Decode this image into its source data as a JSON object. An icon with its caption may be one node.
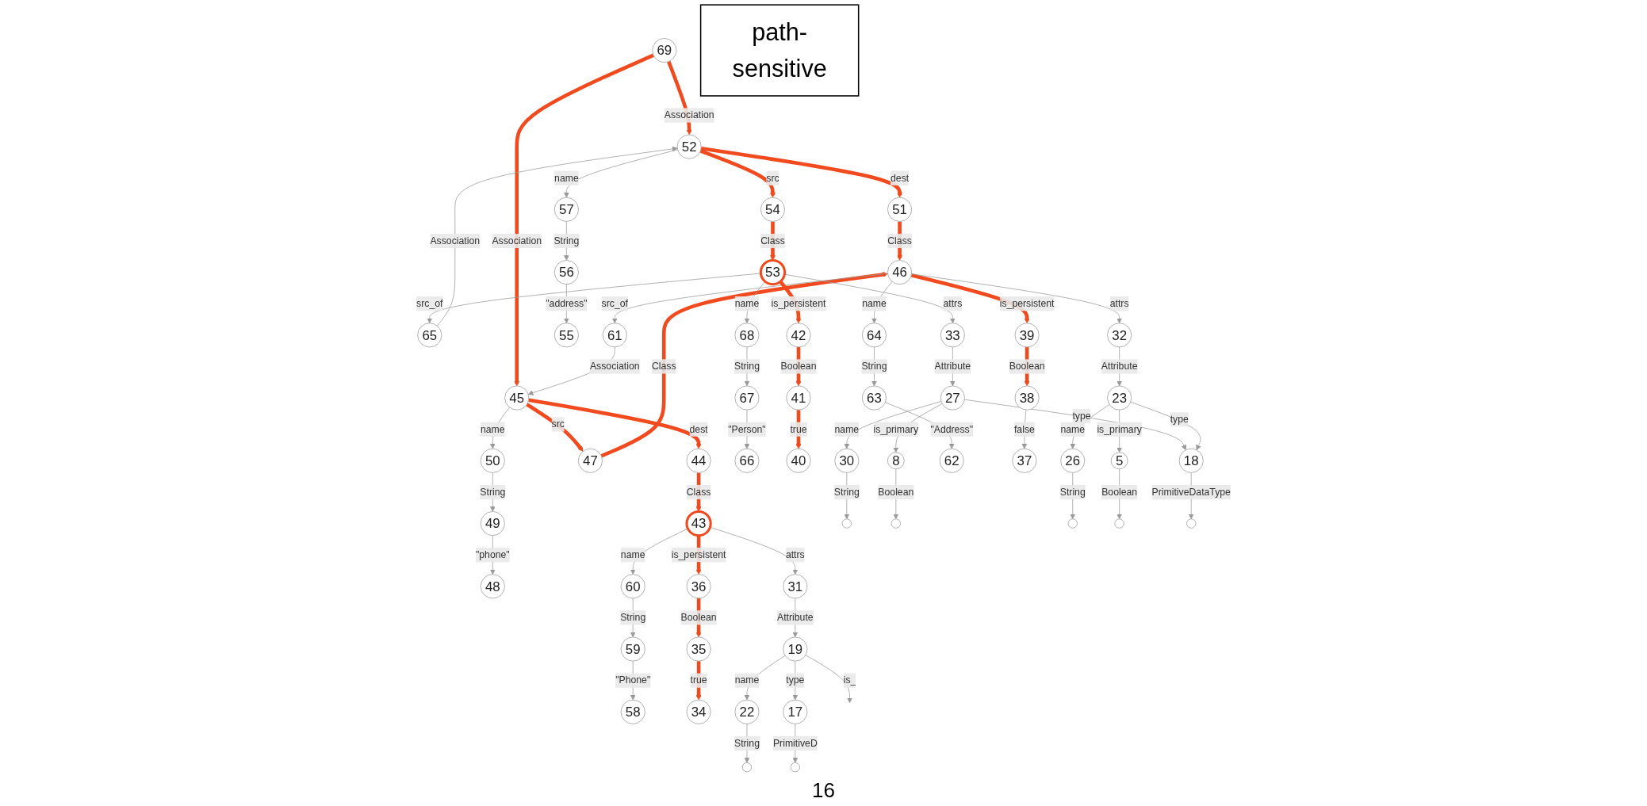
{
  "diagram": {
    "nodes": [
      {
        "text": [
          "69"
        ]
      },
      {
        "text": [
          "52"
        ]
      },
      {
        "text": [
          "45"
        ]
      },
      {
        "text": [
          "57"
        ]
      },
      {
        "text": [
          "54"
        ]
      },
      {
        "text": [
          "65"
        ]
      },
      {
        "text": [
          "51"
        ]
      },
      {
        "text": [
          "50"
        ]
      },
      {
        "text": [
          "47"
        ]
      },
      {
        "text": [
          "61"
        ]
      },
      {
        "text": [
          "44"
        ]
      },
      {
        "text": [
          "56"
        ]
      },
      {
        "text": [
          "53"
        ]
      },
      {
        "text": [
          "49"
        ]
      },
      {
        "text": [
          "46"
        ]
      },
      {
        "text": [
          "43"
        ]
      },
      {
        "text": [
          "55"
        ]
      },
      {
        "text": [
          "68"
        ]
      },
      {
        "text": [
          "42"
        ]
      },
      {
        "text": [
          "33"
        ]
      },
      {
        "text": [
          "48"
        ]
      },
      {
        "text": [
          "64"
        ]
      },
      {
        "text": [
          "39"
        ]
      },
      {
        "text": [
          "32"
        ]
      },
      {
        "text": [
          "60"
        ]
      },
      {
        "text": [
          "36"
        ]
      },
      {
        "text": [
          "31"
        ]
      },
      {
        "text": [
          "67"
        ]
      },
      {
        "text": [
          "41"
        ]
      },
      {
        "text": [
          "27"
        ]
      },
      {
        "text": [
          "63"
        ]
      },
      {
        "text": [
          "38"
        ]
      },
      {
        "text": [
          "23"
        ]
      },
      {
        "text": [
          "59"
        ]
      },
      {
        "text": [
          "35"
        ]
      },
      {
        "text": [
          "19"
        ]
      },
      {
        "text": [
          "66"
        ]
      },
      {
        "text": [
          "40"
        ]
      },
      {
        "text": [
          "30"
        ]
      },
      {
        "text": [
          "8"
        ]
      },
      {
        "text": [
          "62"
        ]
      },
      {
        "text": [
          "37"
        ]
      },
      {
        "text": [
          "26"
        ]
      },
      {
        "text": [
          "5"
        ]
      },
      {
        "text": [
          "18"
        ]
      },
      {
        "text": [
          "58"
        ]
      },
      {
        "text": [
          "34"
        ]
      },
      {
        "text": [
          "22"
        ]
      },
      {
        "text": [
          "17"
        ]
      },
      {
        "text": [],
        "shape": "circle"
      },
      {
        "text": [],
        "shape": "circle"
      },
      {
        "text": [],
        "shape": "circle"
      },
      {
        "text": [],
        "shape": "circle"
      },
      {
        "text": [],
        "shape": "circle"
      },
      {
        "text": [],
        "shape": "circle"
      },
      {
        "text": [],
        "shape": "circle"
      },
      {
        "text": [
          "path-sensitive"
        ]
      }
    ],
    "edges": [
      {
        "from": 0,
        "to": 1,
        "arrow": "to",
        "label": "Association",
        "style": "thick",
        "color": "#f04a1e"
      },
      {
        "from": 0,
        "to": 2,
        "arrow": "to",
        "label": "Association",
        "style": "thick",
        "color": "#f04a1e"
      },
      {
        "from": 1,
        "to": 3,
        "arrow": "to",
        "label": "name"
      },
      {
        "from": 1,
        "to": 4,
        "arrow": "to",
        "label": "src",
        "style": "thick",
        "color": "#f04a1e"
      },
      {
        "from": 5,
        "to": 1,
        "arrow": "to",
        "label": "Association"
      },
      {
        "from": 1,
        "to": 6,
        "arrow": "to",
        "label": "dest",
        "style": "thick",
        "color": "#f04a1e"
      },
      {
        "from": 2,
        "to": 7,
        "arrow": "to",
        "label": "name"
      },
      {
        "from": 2,
        "to": 8,
        "arrow": "to",
        "label": "src",
        "style": "thick",
        "color": "#f04a1e"
      },
      {
        "from": 9,
        "to": 2,
        "arrow": "to",
        "label": "Association"
      },
      {
        "from": 2,
        "to": 10,
        "arrow": "to",
        "label": "dest",
        "style": "thick",
        "color": "#f04a1e"
      },
      {
        "from": 3,
        "to": 11,
        "arrow": "to",
        "label": "String"
      },
      {
        "from": 4,
        "to": 12,
        "arrow": "to",
        "label": "Class",
        "style": "thick",
        "color": "#f04a1e"
      },
      {
        "from": 12,
        "to": 5,
        "arrow": "to",
        "label": "src_of"
      },
      {
        "from": 6,
        "to": 14,
        "arrow": "to",
        "label": "Class",
        "style": "thick",
        "color": "#f04a1e"
      },
      {
        "from": 7,
        "to": 13,
        "arrow": "to",
        "label": "String"
      },
      {
        "from": 8,
        "to": 14,
        "arrow": "to",
        "label": "Class",
        "style": "thick",
        "color": "#f04a1e"
      },
      {
        "from": 14,
        "to": 9,
        "arrow": "to",
        "label": "src_of"
      },
      {
        "from": 10,
        "to": 15,
        "arrow": "to",
        "label": "Class",
        "style": "thick",
        "color": "#f04a1e"
      },
      {
        "from": 11,
        "to": 16,
        "arrow": "to",
        "label": "\"address\""
      },
      {
        "from": 12,
        "to": 17,
        "arrow": "to",
        "label": "name"
      },
      {
        "from": 12,
        "to": 18,
        "arrow": "to",
        "label": "is_persistent",
        "style": "thick",
        "color": "#f04a1e"
      },
      {
        "from": 12,
        "to": 19,
        "arrow": "to",
        "label": "attrs"
      },
      {
        "from": 13,
        "to": 20,
        "arrow": "to",
        "label": "\"phone\""
      },
      {
        "from": 14,
        "to": 21,
        "arrow": "to",
        "label": "name"
      },
      {
        "from": 14,
        "to": 22,
        "arrow": "to",
        "label": "is_persistent",
        "style": "thick",
        "color": "#f04a1e"
      },
      {
        "from": 14,
        "to": 23,
        "arrow": "to",
        "label": "attrs"
      },
      {
        "from": 15,
        "to": 24,
        "arrow": "to",
        "label": "name"
      },
      {
        "from": 15,
        "to": 25,
        "arrow": "to",
        "label": "is_persistent",
        "style": "thick",
        "color": "#f04a1e"
      },
      {
        "from": 15,
        "to": 26,
        "arrow": "to",
        "label": "attrs"
      },
      {
        "from": 17,
        "to": 27,
        "arrow": "to",
        "label": "String"
      },
      {
        "from": 18,
        "to": 28,
        "arrow": "to",
        "label": "Boolean",
        "style": "thick",
        "color": "#f04a1e"
      },
      {
        "from": 19,
        "to": 29,
        "arrow": "to",
        "label": "Attribute"
      },
      {
        "from": 21,
        "to": 30,
        "arrow": "to",
        "label": "String"
      },
      {
        "from": 22,
        "to": 31,
        "arrow": "to",
        "label": "Boolean",
        "style": "thick",
        "color": "#f04a1e"
      },
      {
        "from": 23,
        "to": 32,
        "arrow": "to",
        "label": "Attribute"
      },
      {
        "from": 24,
        "to": 33,
        "arrow": "to",
        "label": "String"
      },
      {
        "from": 25,
        "to": 34,
        "arrow": "to",
        "label": "Boolean",
        "style": "thick",
        "color": "#f04a1e"
      },
      {
        "from": 26,
        "to": 35,
        "arrow": "to",
        "label": "Attribute"
      },
      {
        "from": 27,
        "to": 36,
        "arrow": "to",
        "label": "\"Person\""
      },
      {
        "from": 28,
        "to": 37,
        "arrow": "to",
        "label": "true",
        "style": "thick",
        "color": "#f04a1e"
      },
      {
        "from": 29,
        "to": 38,
        "arrow": "to",
        "label": "name"
      },
      {
        "from": 29,
        "to": 39,
        "arrow": "to",
        "label": "is_primary"
      },
      {
        "from": 29,
        "to": 44,
        "arrow": "to",
        "label": "type"
      },
      {
        "from": 30,
        "to": 40,
        "arrow": "to",
        "label": "\"Address\""
      },
      {
        "from": 31,
        "to": 41,
        "arrow": "to",
        "label": "false"
      },
      {
        "from": 32,
        "to": 42,
        "arrow": "to",
        "label": "name"
      },
      {
        "from": 32,
        "to": 43,
        "arrow": "to",
        "label": "is_primary"
      },
      {
        "from": 32,
        "to": 44,
        "arrow": "to",
        "label": "type"
      },
      {
        "from": 33,
        "to": 45,
        "arrow": "to",
        "label": "\"Phone\""
      },
      {
        "from": 34,
        "to": 46,
        "arrow": "to",
        "label": "true",
        "style": "thick",
        "color": "#f04a1e"
      },
      {
        "from": 35,
        "to": 47,
        "arrow": "to",
        "label": "name"
      },
      {
        "from": 35,
        "to": 48,
        "arrow": "to",
        "label": "type"
      },
      {
        "from": 35,
        "to": null,
        "arrow": "to",
        "label": "is_"
      },
      {
        "from": 38,
        "to": 49,
        "arrow": "to",
        "label": "String"
      },
      {
        "from": 39,
        "to": 50,
        "arrow": "to",
        "label": "Boolean"
      },
      {
        "from": 42,
        "to": 51,
        "arrow": "to",
        "label": "String"
      },
      {
        "from": 43,
        "to": 52,
        "arrow": "to",
        "label": "Boolean"
      },
      {
        "from": 44,
        "to": 53,
        "arrow": "to",
        "label": "PrimitiveDataType"
      },
      {
        "from": 47,
        "to": 54,
        "arrow": "to",
        "label": "String"
      },
      {
        "from": 48,
        "to": 55,
        "arrow": "to",
        "label": "PrimitiveD"
      }
    ],
    "labels": [
      "16"
    ]
  }
}
